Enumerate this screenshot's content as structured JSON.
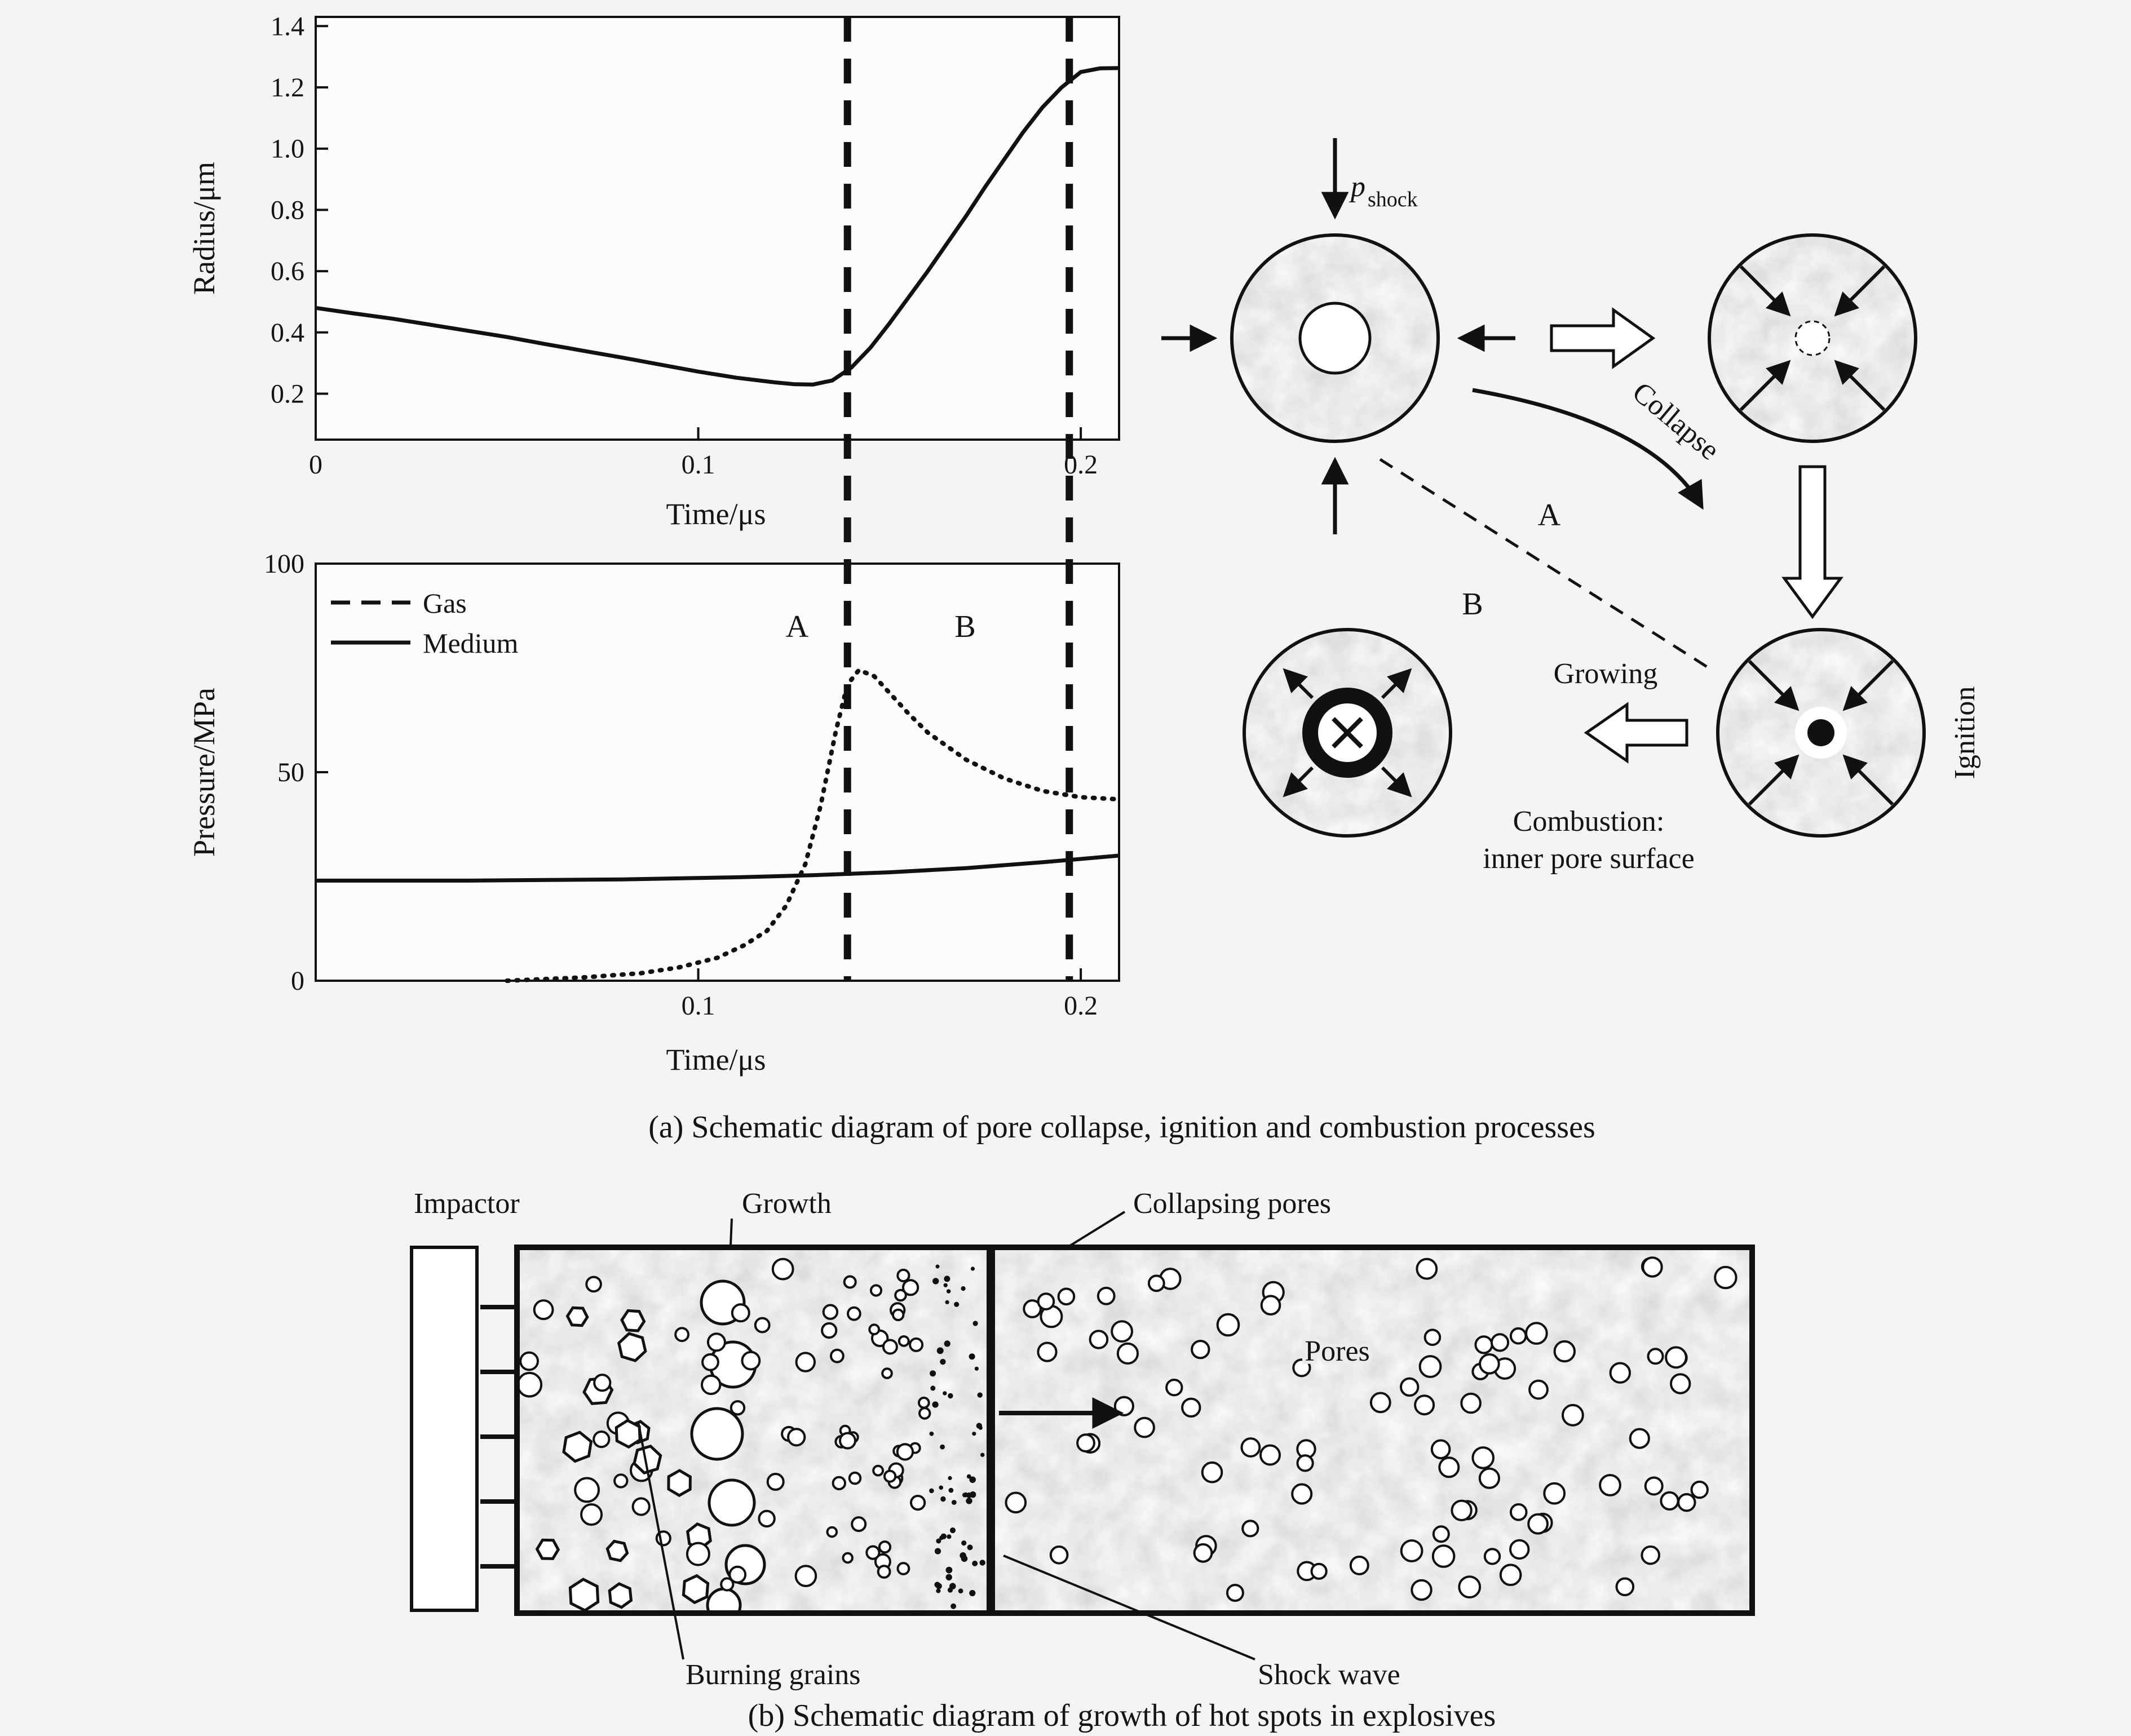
{
  "figure": {
    "caption_a": "(a) Schematic diagram of pore collapse, ignition and combustion processes",
    "caption_b": "(b) Schematic diagram of growth of hot spots in explosives"
  },
  "chart_data": [
    {
      "type": "line",
      "title": "",
      "xlabel": "Time/μs",
      "ylabel": "Radius/μm",
      "xlim": [
        0,
        0.21
      ],
      "ylim": [
        0.05,
        1.43
      ],
      "xticks": [
        "0",
        "0.1",
        "0.2"
      ],
      "yticks": [
        "0.2",
        "0.4",
        "0.6",
        "0.8",
        "1.0",
        "1.2",
        "1.4"
      ],
      "guides_x": [
        0.139,
        0.197
      ],
      "series": [
        {
          "name": "Radius",
          "style": "solid",
          "x": [
            0,
            0.01,
            0.02,
            0.03,
            0.04,
            0.05,
            0.06,
            0.07,
            0.08,
            0.09,
            0.1,
            0.11,
            0.12,
            0.125,
            0.13,
            0.135,
            0.14,
            0.145,
            0.15,
            0.155,
            0.16,
            0.165,
            0.17,
            0.175,
            0.18,
            0.185,
            0.19,
            0.195,
            0.2,
            0.205,
            0.21
          ],
          "y": [
            0.48,
            0.462,
            0.445,
            0.425,
            0.405,
            0.385,
            0.362,
            0.34,
            0.318,
            0.295,
            0.272,
            0.252,
            0.237,
            0.231,
            0.23,
            0.243,
            0.285,
            0.35,
            0.43,
            0.515,
            0.6,
            0.69,
            0.78,
            0.875,
            0.965,
            1.055,
            1.135,
            1.2,
            1.25,
            1.262,
            1.263
          ]
        }
      ]
    },
    {
      "type": "line",
      "title": "",
      "xlabel": "Time/μs",
      "ylabel": "Pressure/MPa",
      "xlim": [
        0,
        0.21
      ],
      "ylim": [
        0,
        100
      ],
      "xticks": [
        "0.1",
        "0.2"
      ],
      "yticks": [
        "0",
        "50",
        "100"
      ],
      "legend": [
        "Gas",
        "Medium"
      ],
      "region_labels": [
        "A",
        "B"
      ],
      "series": [
        {
          "name": "Gas",
          "style": "dotted",
          "x": [
            0.05,
            0.07,
            0.085,
            0.095,
            0.105,
            0.112,
            0.118,
            0.123,
            0.128,
            0.132,
            0.136,
            0.139,
            0.142,
            0.146,
            0.15,
            0.155,
            0.16,
            0.17,
            0.18,
            0.19,
            0.2,
            0.21
          ],
          "y": [
            0,
            0.8,
            1.8,
            3.2,
            5.5,
            8.5,
            12,
            18,
            28,
            42,
            60,
            71,
            74.5,
            73,
            69,
            64,
            59.5,
            53,
            48.5,
            45.5,
            44,
            43.5
          ]
        },
        {
          "name": "Medium",
          "style": "solid",
          "x": [
            0,
            0.04,
            0.08,
            0.11,
            0.13,
            0.15,
            0.17,
            0.19,
            0.21
          ],
          "y": [
            24,
            24,
            24.3,
            24.8,
            25.3,
            26,
            27,
            28.4,
            30
          ]
        }
      ]
    }
  ],
  "pore_cycle": {
    "p_shock_main": "p",
    "p_shock_sub": "shock",
    "collapse_label": "Collapse",
    "growing_label": "Growing",
    "ignition_label": "Ignition",
    "combustion_line1": "Combustion:",
    "combustion_line2": "inner pore surface",
    "path_a_label": "A",
    "path_b_label": "B"
  },
  "hotspot_diagram": {
    "impactor_label": "Impactor",
    "growth_label": "Growth",
    "collapsing_pores_label": "Collapsing pores",
    "pores_label": "Pores",
    "burning_grains_label": "Burning grains",
    "shock_wave_label": "Shock wave"
  }
}
